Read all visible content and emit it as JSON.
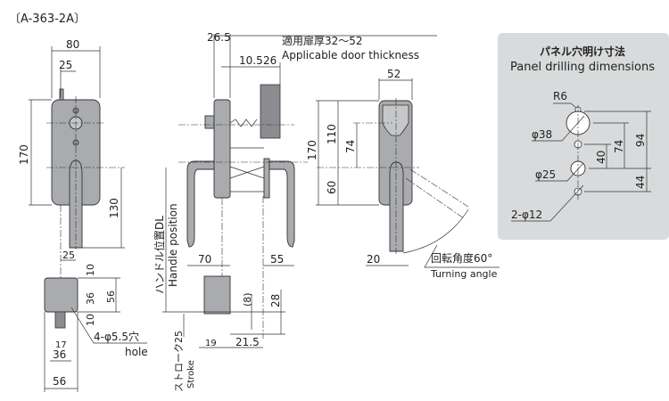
{
  "title": "〔A-363-2A〕",
  "front_view": {
    "width": "80",
    "center_offset": "25",
    "height": "170",
    "handle_length": "130",
    "rod_offset": "25",
    "bracket": {
      "top_margin": "10",
      "hole_pitch": "36",
      "height": "56",
      "bottom_margin": "10",
      "rod_width": "17",
      "hole_pitch_width": "36",
      "width": "56"
    },
    "hole_label": "4-φ5.5穴",
    "hole_label_en": "hole"
  },
  "side_view": {
    "offset": "26.5",
    "dim_a": "10.5",
    "dim_b": "26",
    "door_thickness_jp": "適用扉厚32～52",
    "door_thickness_en": "Applicable door thickness",
    "handle_left": "70",
    "handle_right": "55",
    "handle_position_jp": "ハンドル位置DL",
    "handle_position_en": "Handle position",
    "dim_8": "(8)",
    "dim_28": "28",
    "dim_19": "19",
    "dim_215": "21.5",
    "stroke_jp": "ストローク25",
    "stroke_en": "Stroke"
  },
  "rear_view": {
    "width": "52",
    "height": "170",
    "upper": "110",
    "center": "74",
    "lower": "60",
    "handle_width": "20",
    "turning_jp": "回転角度60°",
    "turning_en": "Turning angle"
  },
  "panel": {
    "title_jp": "パネル穴明け寸法",
    "title_en": "Panel drilling dimensions",
    "r6": "R6",
    "d38": "φ38",
    "d25": "φ25",
    "d12": "2-φ12",
    "dim_94": "94",
    "dim_74": "74",
    "dim_40": "40",
    "dim_44": "44",
    "bg_color": "#d9dadb"
  }
}
